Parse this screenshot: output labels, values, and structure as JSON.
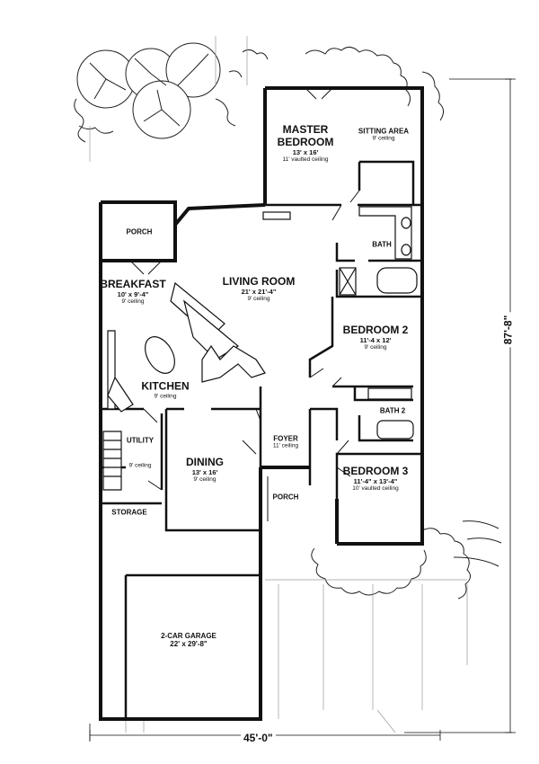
{
  "rooms": {
    "master": {
      "name": "MASTER",
      "name2": "BEDROOM",
      "size": "13' x 16'",
      "ceiling": "11' vaulted ceiling"
    },
    "sitting": {
      "name": "SITTING AREA",
      "ceiling": "9' ceiling"
    },
    "bath": {
      "name": "BATH"
    },
    "porch_top": {
      "name": "PORCH"
    },
    "breakfast": {
      "name": "BREAKFAST",
      "size": "10' x 9'-4\"",
      "ceiling": "9' ceiling"
    },
    "living": {
      "name": "LIVING ROOM",
      "size": "21' x 21'-4\"",
      "ceiling": "9' ceiling"
    },
    "bedroom2": {
      "name": "BEDROOM 2",
      "size": "11'-4 x 12'",
      "ceiling": "9' ceiling"
    },
    "kitchen": {
      "name": "KITCHEN",
      "ceiling": "9' ceiling"
    },
    "bath2": {
      "name": "BATH 2"
    },
    "utility": {
      "name": "UTILITY",
      "ceiling": "9' ceiling"
    },
    "dining": {
      "name": "DINING",
      "size": "13' x 16'",
      "ceiling": "9' ceiling"
    },
    "foyer": {
      "name": "FOYER",
      "ceiling": "11' ceiling"
    },
    "bedroom3": {
      "name": "BEDROOM 3",
      "size": "11'-4\" x 13'-4\"",
      "ceiling": "10' vaulted ceiling"
    },
    "porch_front": {
      "name": "PORCH"
    },
    "storage": {
      "name": "STORAGE"
    },
    "garage": {
      "name": "2-CAR GARAGE",
      "size": "22' x 29'-8\""
    }
  },
  "dimensions": {
    "width": "45'-0\"",
    "depth": "87'-8\""
  }
}
